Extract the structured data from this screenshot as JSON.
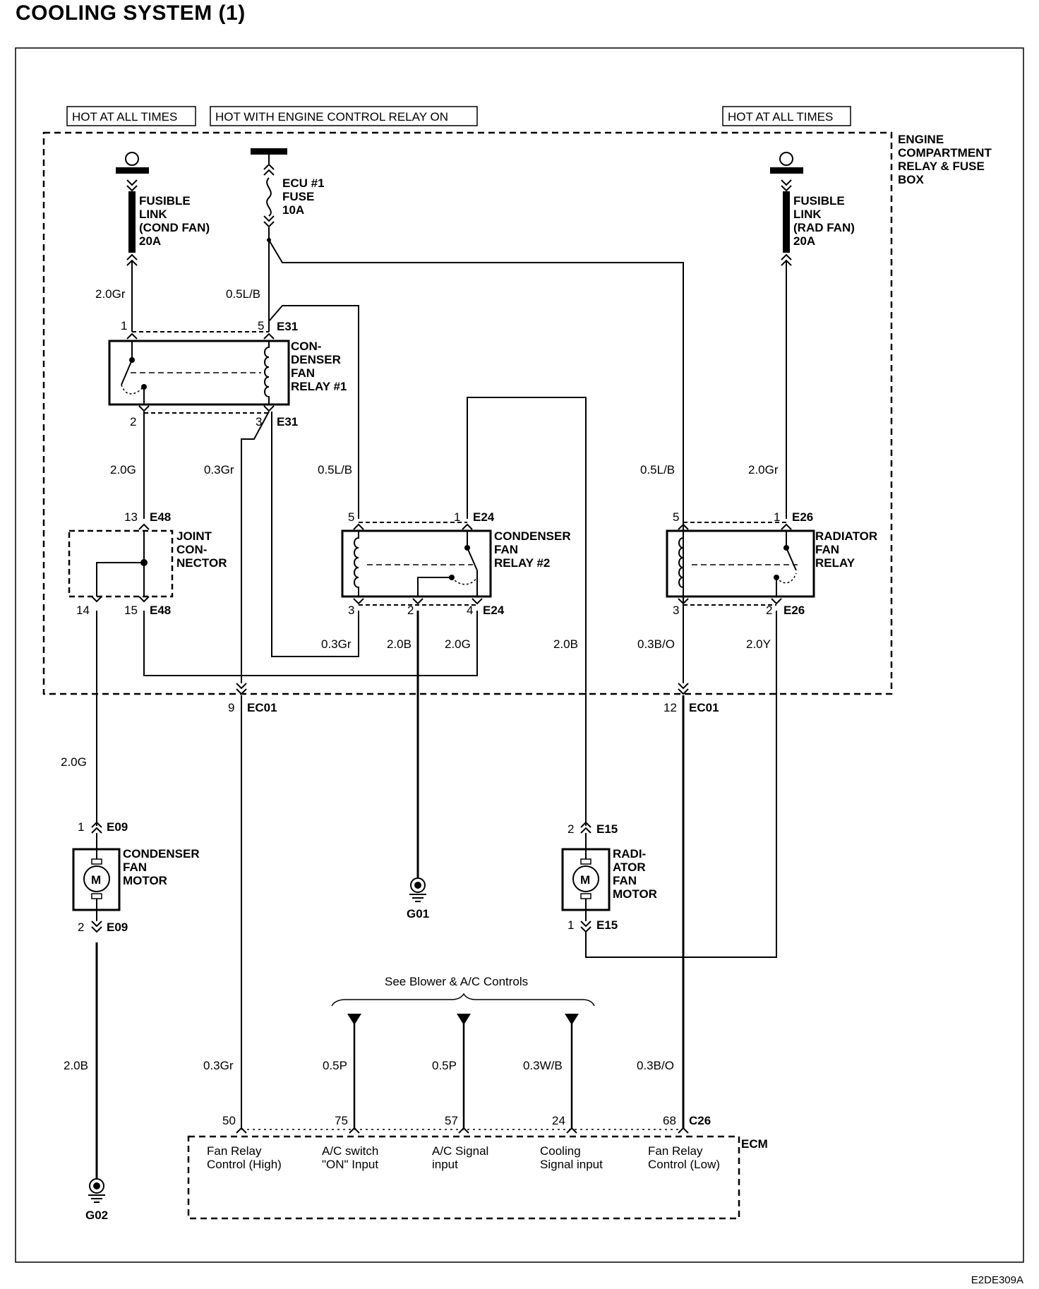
{
  "title": "COOLING SYSTEM (1)",
  "drawing_code": "E2DE309A",
  "supply_labels": {
    "left": "HOT AT ALL TIMES",
    "middle": "HOT WITH ENGINE CONTROL RELAY ON",
    "right": "HOT AT ALL TIMES"
  },
  "box_label": [
    "ENGINE",
    "COMPARTMENT",
    "RELAY & FUSE",
    "BOX"
  ],
  "components": {
    "fusible_link_cond": [
      "FUSIBLE",
      "LINK",
      "(COND FAN)",
      "20A"
    ],
    "ecu_fuse": [
      "ECU #1",
      "FUSE",
      "10A"
    ],
    "fusible_link_rad": [
      "FUSIBLE",
      "LINK",
      "(RAD FAN)",
      "20A"
    ],
    "cond_relay_1": [
      "CON-",
      "DENSER",
      "FAN",
      "RELAY #1"
    ],
    "joint_connector": [
      "JOINT",
      "CON-",
      "NECTOR"
    ],
    "cond_relay_2": [
      "CONDENSER",
      "FAN",
      "RELAY #2"
    ],
    "rad_relay": [
      "RADIATOR",
      "FAN",
      "RELAY"
    ],
    "cond_motor": [
      "CONDENSER",
      "FAN",
      "MOTOR"
    ],
    "rad_motor": [
      "RADI-",
      "ATOR",
      "FAN",
      "MOTOR"
    ],
    "motor_symbol": "M",
    "ground_g01": "G01",
    "ground_g02": "G02",
    "ecm": "ECM"
  },
  "wires": {
    "w_2_0Gr_a": "2.0Gr",
    "w_0_5LB_a": "0.5L/B",
    "w_2_0G_a": "2.0G",
    "w_0_3Gr_a": "0.3Gr",
    "w_0_5LB_b": "0.5L/B",
    "w_0_5LB_c": "0.5L/B",
    "w_2_0Gr_b": "2.0Gr",
    "w_0_3Gr_b": "0.3Gr",
    "w_2_0B_a": "2.0B",
    "w_2_0G_b": "2.0G",
    "w_2_0B_b": "2.0B",
    "w_0_3BO_a": "0.3B/O",
    "w_2_0Y": "2.0Y",
    "w_2_0G_c": "2.0G",
    "w_2_0B_c": "2.0B",
    "w_0_3Gr_c": "0.3Gr",
    "w_0_5P_a": "0.5P",
    "w_0_5P_b": "0.5P",
    "w_0_3WB": "0.3W/B",
    "w_0_3BO_b": "0.3B/O"
  },
  "connectors": {
    "E31": "E31",
    "E48": "E48",
    "E24": "E24",
    "E26": "E26",
    "EC01": "EC01",
    "E09": "E09",
    "E15": "E15",
    "C26": "C26"
  },
  "pins": {
    "p_r1_1": "1",
    "p_r1_5": "5",
    "p_r1_2": "2",
    "p_r1_3": "3",
    "p_jc_13": "13",
    "p_jc_14": "14",
    "p_jc_15": "15",
    "p_r2_5": "5",
    "p_r2_1": "1",
    "p_r2_3": "3",
    "p_r2_2": "2",
    "p_r2_4": "4",
    "p_rr_5": "5",
    "p_rr_1": "1",
    "p_rr_3": "3",
    "p_rr_2": "2",
    "p_ec_9": "9",
    "p_ec_12": "12",
    "p_cm_1": "1",
    "p_cm_2": "2",
    "p_rm_2": "2",
    "p_rm_1": "1",
    "p_ecm_50": "50",
    "p_ecm_75": "75",
    "p_ecm_57": "57",
    "p_ecm_24": "24",
    "p_ecm_68": "68"
  },
  "see_ref": "See Blower & A/C Controls",
  "ecm_inputs": [
    [
      "Fan Relay",
      "Control (High)"
    ],
    [
      "A/C switch",
      "\"ON\" Input"
    ],
    [
      "A/C Signal",
      "input"
    ],
    [
      "Cooling",
      "Signal input"
    ],
    [
      "Fan Relay",
      "Control (Low)"
    ]
  ]
}
